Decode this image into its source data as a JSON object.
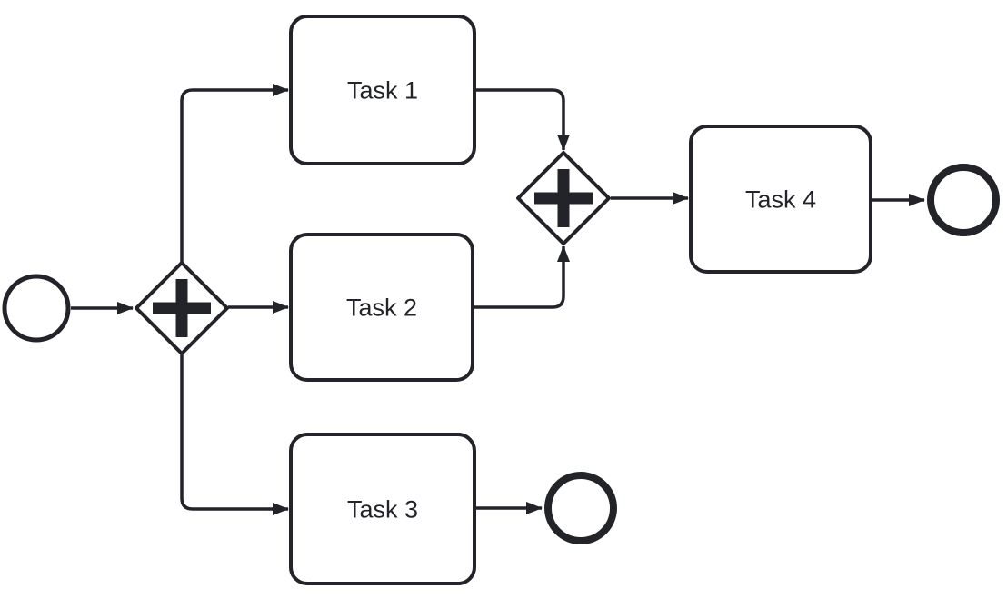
{
  "diagram": {
    "type": "bpmn-process",
    "theme": {
      "stroke_color": "#22242a",
      "text_color": "#22242a",
      "shape_fill": "#ffffff",
      "background": "#ffffff"
    },
    "nodes": {
      "start": {
        "kind": "start-event",
        "label": ""
      },
      "gateway_split": {
        "kind": "parallel-gateway",
        "label": ""
      },
      "task1": {
        "kind": "task",
        "label": "Task 1"
      },
      "task2": {
        "kind": "task",
        "label": "Task 2"
      },
      "task3": {
        "kind": "task",
        "label": "Task 3"
      },
      "gateway_join": {
        "kind": "parallel-gateway",
        "label": ""
      },
      "task4": {
        "kind": "task",
        "label": "Task 4"
      },
      "end1": {
        "kind": "end-event",
        "label": ""
      },
      "end2": {
        "kind": "end-event",
        "label": ""
      }
    },
    "edges": [
      {
        "from": "start",
        "to": "gateway_split"
      },
      {
        "from": "gateway_split",
        "to": "task1"
      },
      {
        "from": "gateway_split",
        "to": "task2"
      },
      {
        "from": "gateway_split",
        "to": "task3"
      },
      {
        "from": "task1",
        "to": "gateway_join"
      },
      {
        "from": "task2",
        "to": "gateway_join"
      },
      {
        "from": "gateway_join",
        "to": "task4"
      },
      {
        "from": "task4",
        "to": "end1"
      },
      {
        "from": "task3",
        "to": "end2"
      }
    ]
  }
}
